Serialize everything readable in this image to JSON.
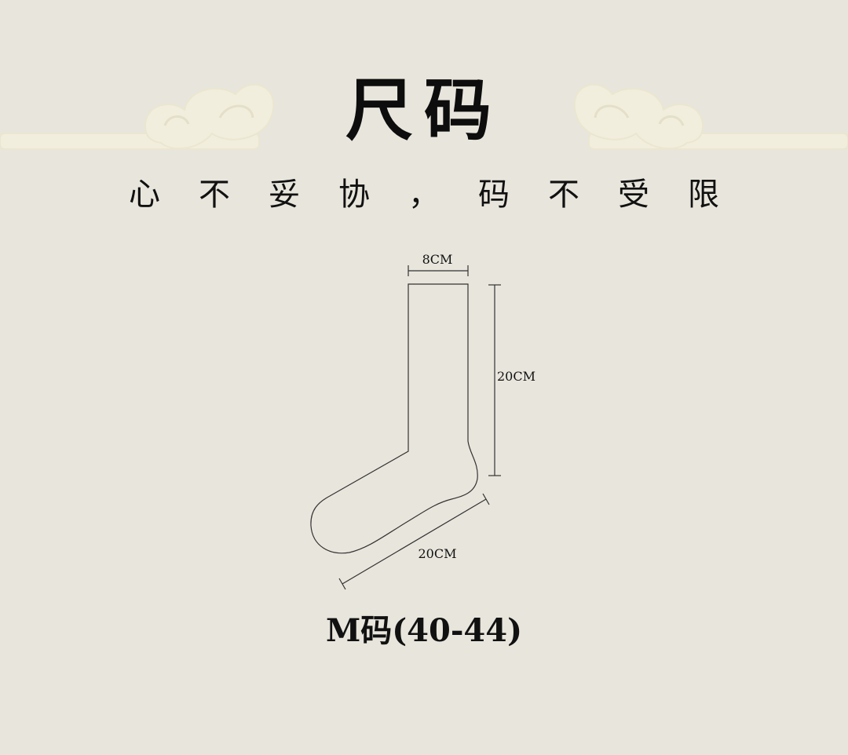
{
  "header": {
    "title": "尺码",
    "subtitle_chars": [
      "心",
      "不",
      "妥",
      "协",
      "，",
      "码",
      "不",
      "受",
      "限"
    ]
  },
  "diagram": {
    "width_label": "8CM",
    "height_label": "20CM",
    "foot_label": "20CM",
    "size_label": "M码(40-44)"
  },
  "colors": {
    "background": "#e8e5dc",
    "ornament": "#f0ecda",
    "ink": "#111111"
  }
}
